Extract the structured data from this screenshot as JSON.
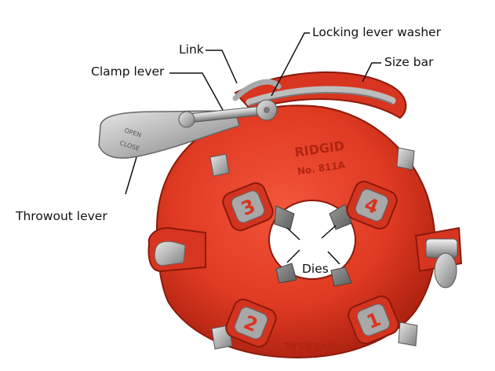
{
  "diagram": {
    "labels": {
      "link": "Link",
      "locking_lever_washer": "Locking lever washer",
      "clamp_lever": "Clamp lever",
      "size_bar": "Size bar",
      "throwout_lever": "Throwout lever",
      "dies": "Dies"
    },
    "stamped_text": {
      "brand": "RIDGID",
      "model": "No. 811A",
      "lever_open": "OPEN",
      "lever_close": "CLOSE",
      "bottom_text": "UNIVERSAL",
      "die_numbers": [
        "1",
        "2",
        "3",
        "4"
      ]
    },
    "colors": {
      "body": "#e03a22",
      "body_shadow": "#a8200f",
      "metal": "#b8b8b8",
      "metal_dark": "#7d7d7d",
      "leader": "#111111"
    }
  }
}
